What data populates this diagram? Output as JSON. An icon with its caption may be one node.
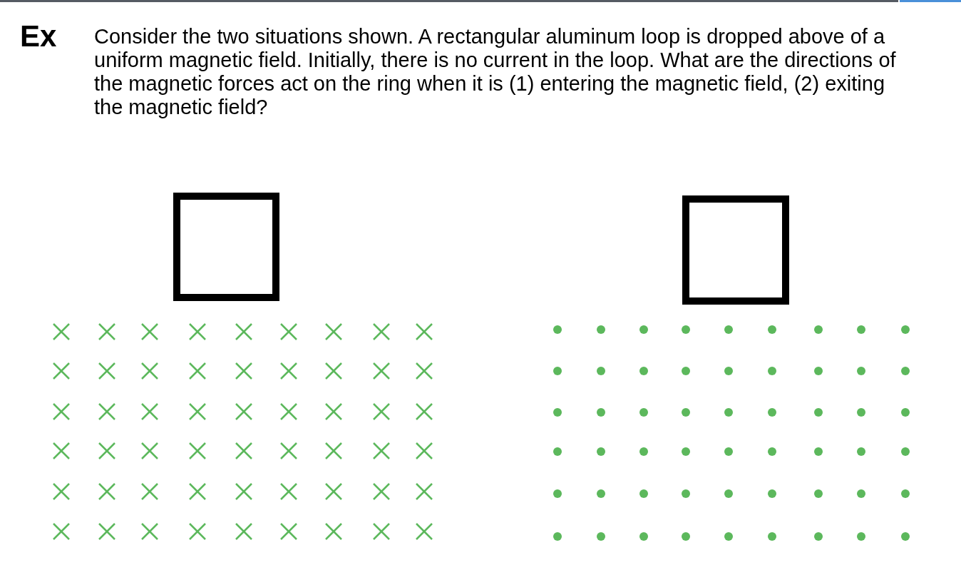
{
  "diagram": {
    "nodes": [
      {
        "text": [],
        "shape": "box"
      },
      {
        "text": [],
        "shape": "box"
      }
    ],
    "labels": [
      "Ex",
      "Consider the two situations shown. A rectangular aluminum loop is dropped above of a uniform magnetic field. Initially, there is no current in the loop. What are the directions of the magnetic forces act on the ring when it is (1) entering the magnetic field, (2) exiting the magnetic field?"
    ]
  }
}
